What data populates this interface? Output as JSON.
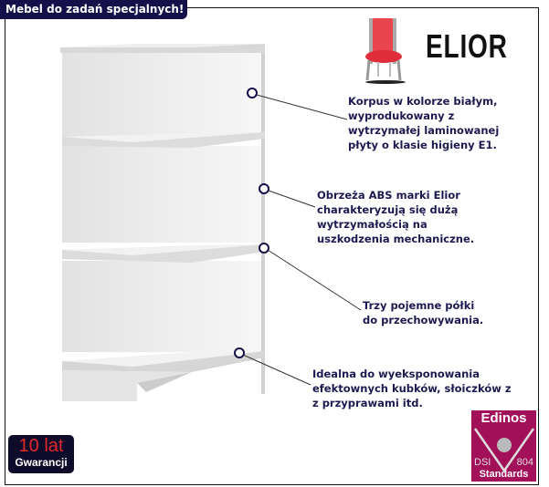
{
  "header": {
    "tagline": "Mebel do zadań specjalnych!"
  },
  "brand": {
    "name": "ELIOR",
    "logo_icon": "chair-icon",
    "accent": "#e8454f"
  },
  "callouts": [
    {
      "lines": [
        "Korpus w kolorze białym,",
        "wyprodukowany z",
        "wytrzymałej laminowanej",
        "płyty o klasie higieny E1."
      ]
    },
    {
      "lines": [
        "Obrzeża ABS marki Elior",
        "charakteryzują się dużą",
        "wytrzymałością na",
        "uszkodzenia mechaniczne."
      ]
    },
    {
      "lines": [
        "Trzy pojemne półki",
        "do przechowywania."
      ]
    },
    {
      "lines": [
        "Idealna do wyeksponowania",
        "efektownych kubków, słoiczków z",
        "z przyprawami itd."
      ]
    }
  ],
  "warranty": {
    "years": "10 lat",
    "label": "Gwarancji"
  },
  "certificate": {
    "title": "Edinos",
    "left": "DSI",
    "right": "804",
    "bottom": "Standards"
  },
  "colors": {
    "navy": "#14104a",
    "text": "#1c1a50",
    "magenta": "#a3105a"
  }
}
